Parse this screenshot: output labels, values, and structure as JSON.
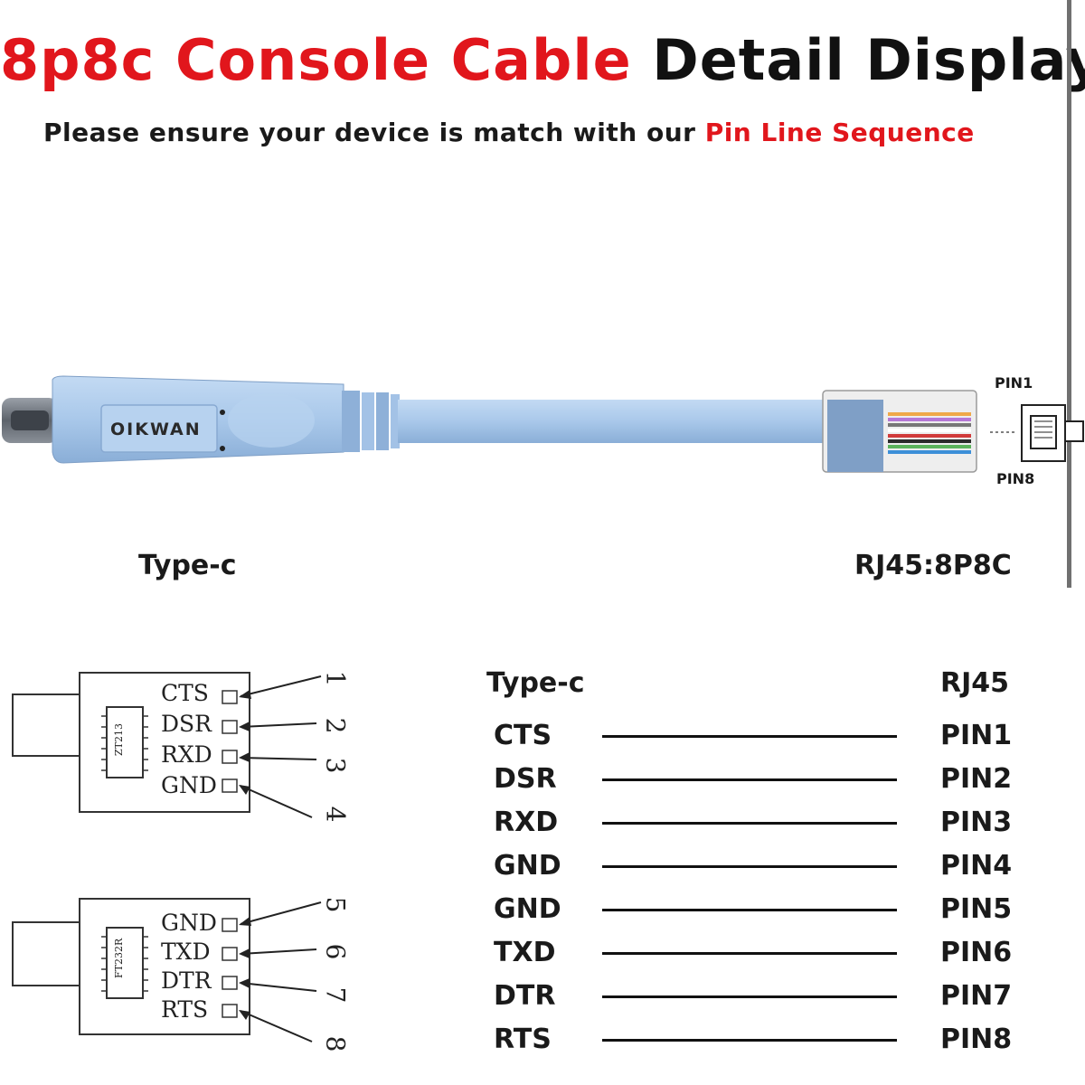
{
  "title": {
    "part1": "8p8c Console Cable",
    "part2": "Detail Display"
  },
  "subtitle": {
    "text": "Please ensure your device is match with our",
    "highlight": "Pin Line Sequence"
  },
  "cable": {
    "brand": "OIKWAN",
    "left_label": "Type-c",
    "right_label": "RJ45:8P8C",
    "pin_top": "PIN1",
    "pin_bottom": "PIN8",
    "colors": {
      "body": "#a9c8ea",
      "body_dark": "#7f9fc6"
    }
  },
  "chip1": {
    "name": "ZT213",
    "pins": [
      "CTS",
      "DSR",
      "RXD",
      "GND"
    ],
    "numbers": [
      "1",
      "2",
      "3",
      "4"
    ]
  },
  "chip2": {
    "name": "FT232R",
    "pins": [
      "GND",
      "TXD",
      "DTR",
      "RTS"
    ],
    "numbers": [
      "5",
      "6",
      "7",
      "8"
    ]
  },
  "mapping": {
    "header_left": "Type-c",
    "header_right": "RJ45",
    "rows": [
      {
        "left": "CTS",
        "right": "PIN1"
      },
      {
        "left": "DSR",
        "right": "PIN2"
      },
      {
        "left": "RXD",
        "right": "PIN3"
      },
      {
        "left": "GND",
        "right": "PIN4"
      },
      {
        "left": "GND",
        "right": "PIN5"
      },
      {
        "left": "TXD",
        "right": "PIN6"
      },
      {
        "left": "DTR",
        "right": "PIN7"
      },
      {
        "left": "RTS",
        "right": "PIN8"
      }
    ]
  }
}
